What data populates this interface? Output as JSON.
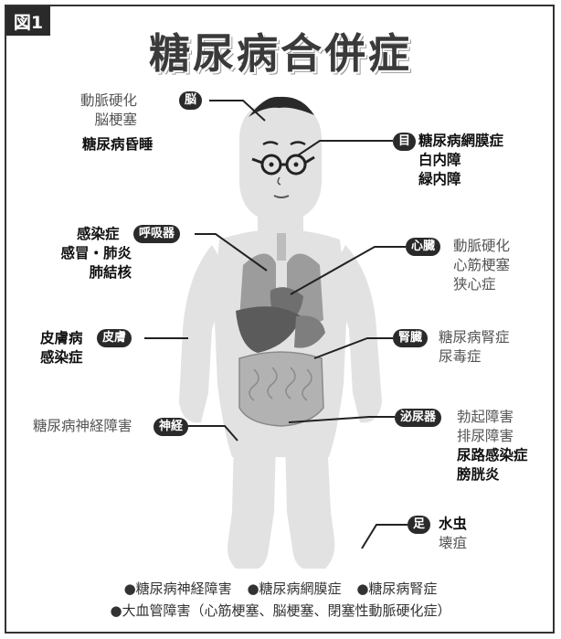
{
  "figure_tag": "図1",
  "title": "糖尿病合併症",
  "brain": {
    "tag": "脳",
    "items": [
      "動脈硬化",
      "脳梗塞",
      "糖尿病昏睡"
    ]
  },
  "eye": {
    "tag": "目",
    "items": [
      "糖尿病網膜症",
      "白内障",
      "緑内障"
    ]
  },
  "respiratory": {
    "tag": "呼吸器",
    "items": [
      "感染症",
      "感冒・肺炎",
      "肺結核"
    ]
  },
  "heart": {
    "tag": "心臓",
    "items": [
      "動脈硬化",
      "心筋梗塞",
      "狭心症"
    ]
  },
  "skin": {
    "tag": "皮膚",
    "items": [
      "皮膚病",
      "感染症"
    ]
  },
  "kidney": {
    "tag": "腎臓",
    "items": [
      "糖尿病腎症",
      "尿毒症"
    ]
  },
  "nerve": {
    "tag": "神経",
    "items": [
      "糖尿病神経障害"
    ]
  },
  "urinary": {
    "tag": "泌尿器",
    "items": [
      "勃起障害",
      "排尿障害",
      "尿路感染症",
      "膀胱炎"
    ]
  },
  "foot": {
    "tag": "足",
    "items": [
      "水虫",
      "壊疽"
    ]
  },
  "legend": {
    "line1": [
      "●糖尿病神経障害",
      "●糖尿病網膜症",
      "●糖尿病腎症"
    ],
    "line2": "●大血管障害（心筋梗塞、脳梗塞、閉塞性動脈硬化症）"
  }
}
